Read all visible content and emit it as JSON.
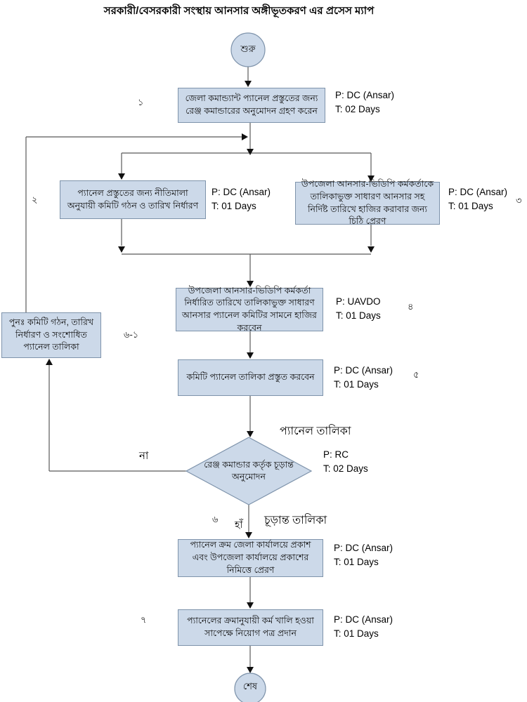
{
  "title": "সরকারী/বেসরকারী সংস্থায় আনসার অঙ্গীভূতকরণ এর প্রসেস ম্যাপ",
  "colors": {
    "node_fill": "#ccd9e9",
    "node_border": "#7e93ab",
    "line": "#595959",
    "arrow": "#111111"
  },
  "nodes": {
    "start": {
      "label": "শুরু"
    },
    "step1": {
      "num": "১",
      "label": "জেলা কমান্ড্যান্ট প্যানেল প্রস্তুতের জন্য রেঞ্জ কমান্ডারের অনুমোদন গ্রহণ করেন",
      "p": "P: DC (Ansar)",
      "t": "T: 02 Days"
    },
    "step2": {
      "num": "২",
      "label": "প্যানেল প্রস্তুতের জন্য নীতিমালা অনুযায়ী কমিটি গঠন ও তারিখ নির্ধারণ",
      "p": "P: DC (Ansar)",
      "t": "T: 01 Days"
    },
    "step3": {
      "num": "৩",
      "label": "উপজেলা আনসার-ভিডিপি কর্মকর্তাকে তালিকাভুক্ত সাধারণ আনসার সহ নির্দিষ্ট তারিখে হাজির করাবার জন্য চিঠি প্রেরণ",
      "p": "P: DC (Ansar)",
      "t": "T: 01 Days"
    },
    "step4": {
      "num": "৪",
      "label": "উপজেলা আনসার-ভিডিপি কর্মকর্তা নির্ধারিত তারিখে তালিকাভুক্ত সাধারণ আনসার প্যানেল কমিটির সামনে হাজির করবেন",
      "p": "P: UAVDO",
      "t": "T: 01 Days"
    },
    "revision": {
      "num": "৬-১",
      "label": "পুনঃ  কমিটি গঠন, তারিখ নির্ধারণ ও সংশোধিত প্যানেল তালিকা"
    },
    "step5": {
      "num": "৫",
      "label": "কমিটি প্যানেল তালিকা প্রস্তুত করবেন",
      "p": "P: DC (Ansar)",
      "t": "T: 01 Days"
    },
    "decision": {
      "num": "৬",
      "label": "রেঞ্জ কমান্ডার কর্তৃক চূড়ান্ত অনুমোদন",
      "p": "P: RC",
      "t": "T: 02 Days"
    },
    "step6": {
      "label": "প্যানেল ক্রম জেলা কার্যালয়ে প্রকাশ এবং উপজেলা কার্যালয়ে প্রকাশের নিমিত্তে প্রেরণ",
      "p": "P: DC (Ansar)",
      "t": "T: 01 Days"
    },
    "step7": {
      "num": "৭",
      "label": "প্যানেলের ক্রমানুযায়ী কর্ম খালি হওয়া সাপেক্ষে নিয়োগ পত্র প্রদান",
      "p": "P: DC (Ansar)",
      "t": "T: 01 Days"
    },
    "end": {
      "label": "শেষ"
    }
  },
  "edge_labels": {
    "panel_list": "প্যানেল তালিকা",
    "no": "না",
    "yes": "হাঁ",
    "final_list": "চূড়ান্ত তালিকা"
  }
}
